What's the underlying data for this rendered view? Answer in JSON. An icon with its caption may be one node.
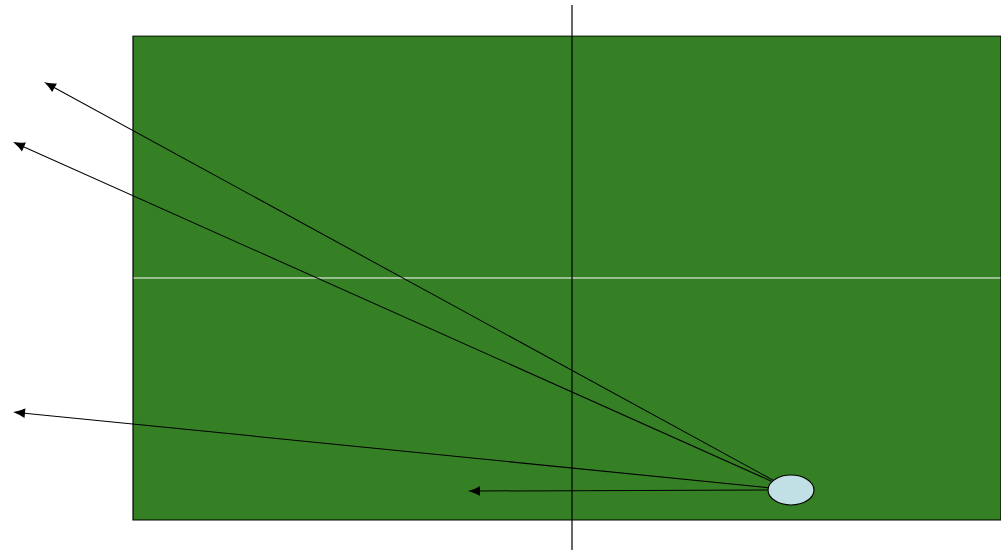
{
  "diagram": {
    "nodes": [
      {
        "text": [],
        "shape": "box"
      },
      {
        "text": [],
        "shape": "circle",
        "in": 0
      }
    ],
    "edges": [
      {
        "from": 1,
        "to": null,
        "arrow": "to"
      },
      {
        "from": 1,
        "to": null,
        "arrow": "to"
      },
      {
        "from": 1,
        "to": null,
        "arrow": "to"
      },
      {
        "from": 1,
        "to": null,
        "arrow": "to"
      }
    ]
  }
}
